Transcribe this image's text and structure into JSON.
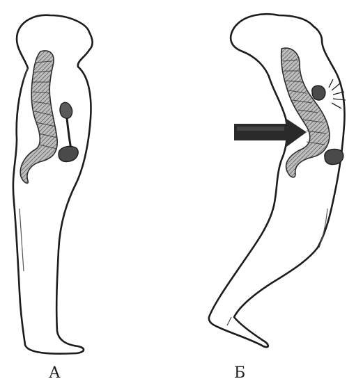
{
  "figures": [
    {
      "label": "А",
      "posture": "upright"
    },
    {
      "label": "Б",
      "posture": "bent",
      "arrow_direction": "right"
    }
  ],
  "colors": {
    "outline": "#1c1c1c",
    "spine_fill": "#9a9a9a",
    "organ_fill": "#4a4a4a",
    "arrow": "#2a2a2a"
  }
}
